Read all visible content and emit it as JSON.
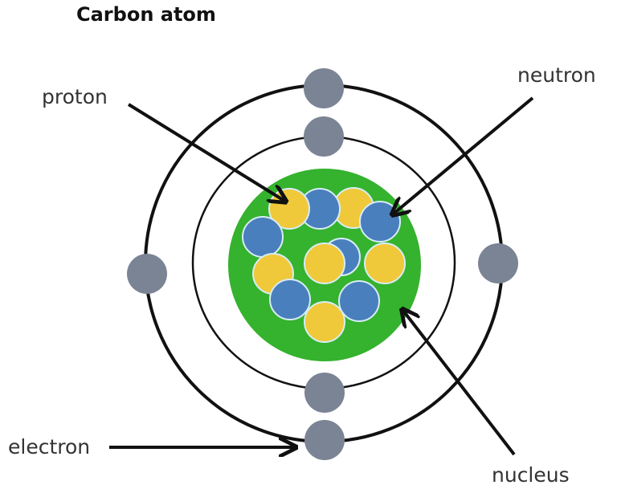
{
  "title": "Carbon atom",
  "labels": {
    "proton": "proton",
    "neutron": "neutron",
    "electron": "electron",
    "nucleus": "nucleus"
  },
  "colors": {
    "nucleus": "#35b22e",
    "proton": "#f0c93a",
    "neutron": "#4a7fbd",
    "particle_outline": "#d8ecf7",
    "electron": "#7b8494",
    "orbit": "#111111",
    "arrow": "#111111"
  },
  "counts": {
    "protons": 6,
    "neutrons": 6,
    "electrons": 6,
    "electron_shells": 2
  }
}
